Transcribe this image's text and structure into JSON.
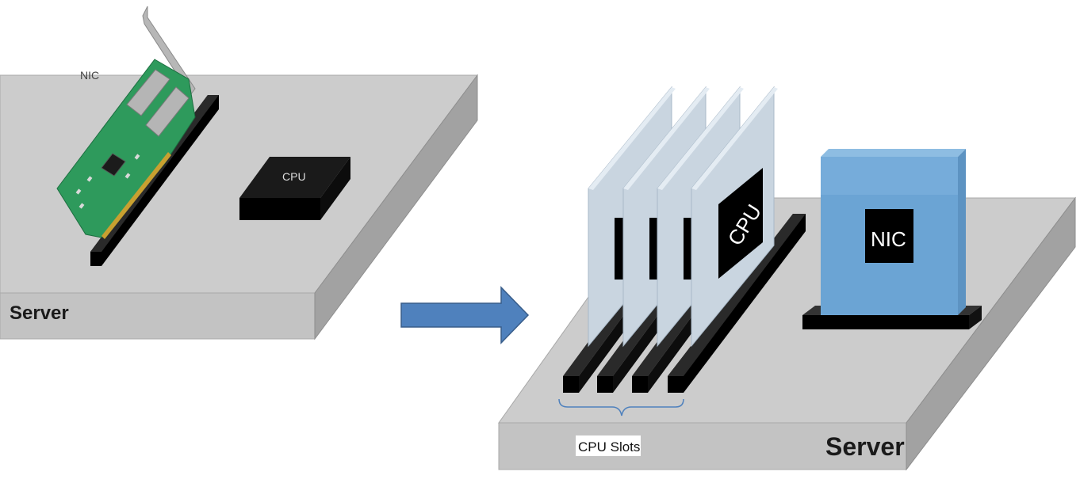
{
  "left_server": {
    "label": "Server",
    "nic_label": "NIC",
    "cpu_label": "CPU"
  },
  "arrow": {
    "color": "#4f81bd"
  },
  "right_server": {
    "label": "Server",
    "cpu_label": "CPU",
    "nic_label": "NIC",
    "slots_label": "CPU Slots"
  },
  "colors": {
    "server_top": "#cccccc",
    "server_front": "#c0c0c0",
    "server_side": "#9f9f9f",
    "slot": "#000000",
    "cpu_card": "#c9d5e0",
    "nic_box": "#6ba4d4",
    "pcb": "#2e9a5c"
  }
}
